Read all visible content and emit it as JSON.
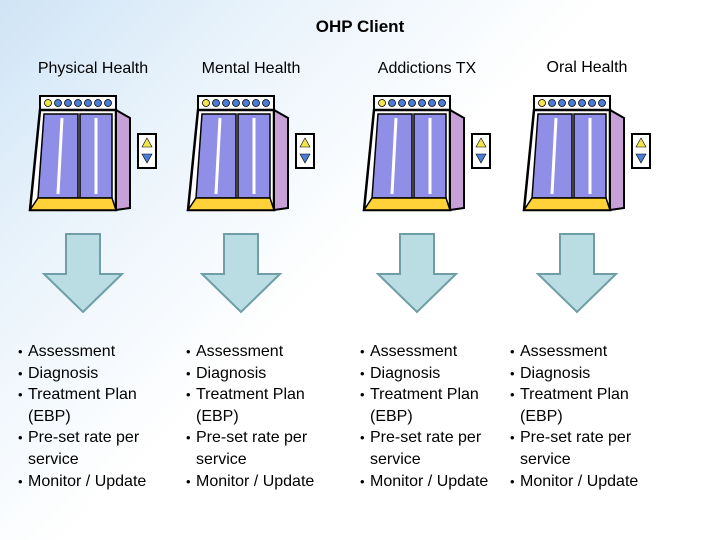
{
  "title": "OHP Client",
  "columns": [
    {
      "label": "Physical Health"
    },
    {
      "label": "Mental Health"
    },
    {
      "label": "Addictions TX"
    },
    {
      "label": "Oral Health"
    }
  ],
  "bullet_items": [
    "Assessment",
    "Diagnosis",
    "Treatment Plan (EBP)",
    "Pre-set rate per service",
    "Monitor / Update"
  ],
  "colors": {
    "arrow_fill": "#b9dde2",
    "arrow_stroke": "#6f9ea6",
    "elevator_frame": "#000000",
    "door_glass": "#8f8fe8",
    "door_side": "#c8a0d8",
    "floor": "#ffd23a",
    "indicator_lights": "#4a7cd6",
    "button_panel": "#ffffff"
  },
  "icons": [
    "elevator-icon",
    "down-arrow-icon"
  ]
}
